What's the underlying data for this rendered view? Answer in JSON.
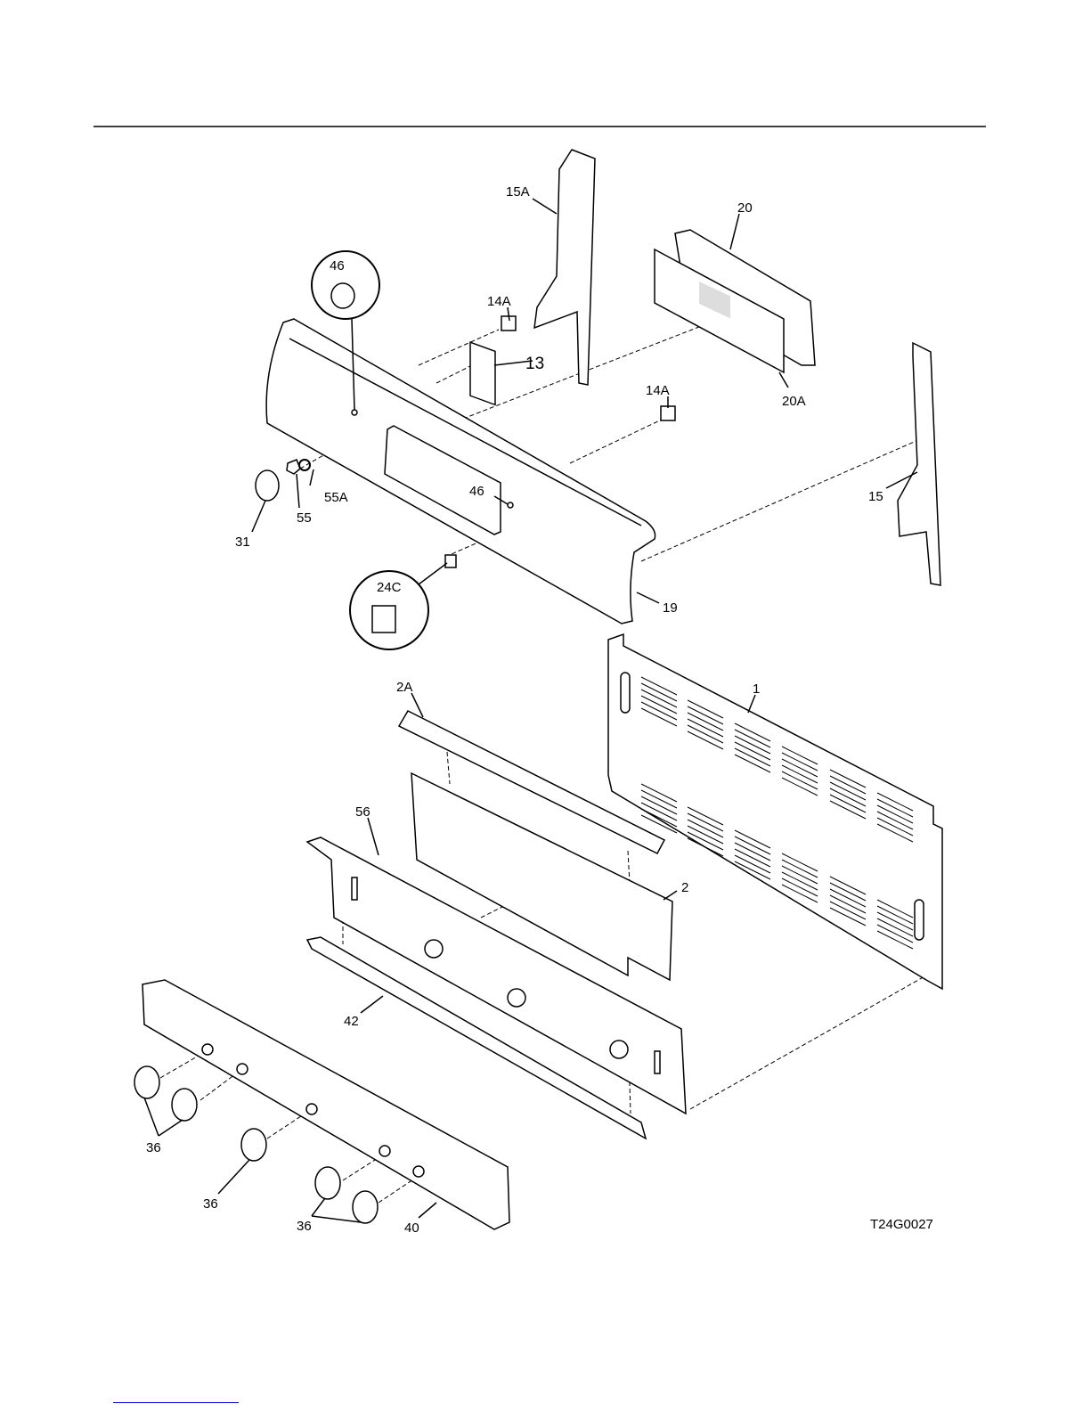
{
  "diagram": {
    "drawing_number": "T24G0027",
    "part_labels": {
      "p15A": "15A",
      "p20": "20",
      "p46a": "46",
      "p14Aa": "14A",
      "p13": "13",
      "p14Ab": "14A",
      "p20A": "20A",
      "p46b": "46",
      "p55A": "55A",
      "p31": "31",
      "p55": "55",
      "p15": "15",
      "p24C": "24C",
      "p19": "19",
      "p2A": "2A",
      "p1": "1",
      "p56": "56",
      "p2": "2",
      "p42": "42",
      "p36a": "36",
      "p36b": "36",
      "p36c": "36",
      "p40": "40"
    }
  }
}
